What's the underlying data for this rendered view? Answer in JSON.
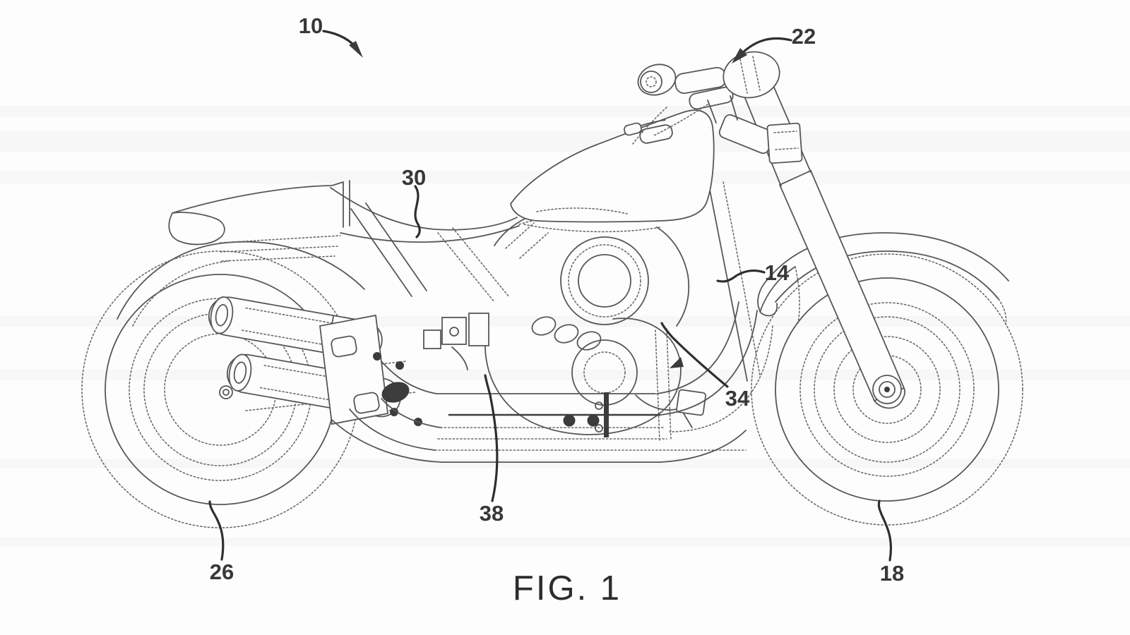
{
  "figure": {
    "caption": "FIG. 1",
    "drawing_type": "patent line drawing",
    "subject": "motorcycle side view",
    "ink_color": "#4a4a4a",
    "paper_color": "#fdfdfd"
  },
  "reference_labels": [
    {
      "text": "10",
      "points_to": "motorcycle-assembly"
    },
    {
      "text": "22",
      "points_to": "handlebar-assembly"
    },
    {
      "text": "30",
      "points_to": "seat"
    },
    {
      "text": "14",
      "points_to": "frame-downtube"
    },
    {
      "text": "34",
      "points_to": "engine"
    },
    {
      "text": "38",
      "points_to": "lower-powertrain"
    },
    {
      "text": "26",
      "points_to": "rear-wheel"
    },
    {
      "text": "18",
      "points_to": "front-wheel"
    }
  ]
}
